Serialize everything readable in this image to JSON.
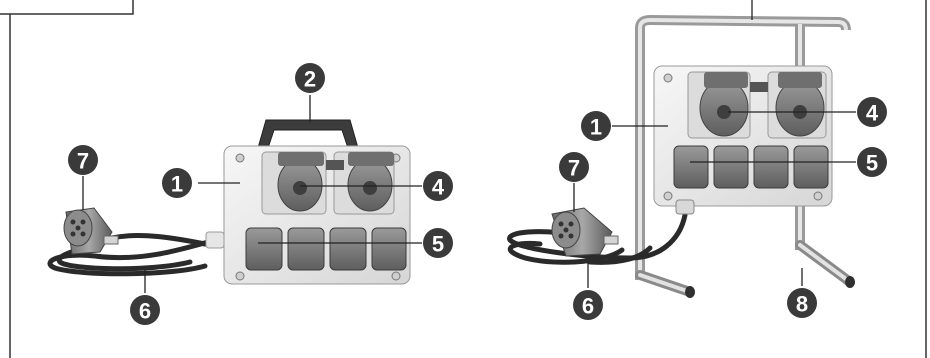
{
  "figure": {
    "left_unit": {
      "markers": [
        {
          "id": "m1",
          "label": "1"
        },
        {
          "id": "m2",
          "label": "2"
        },
        {
          "id": "m4",
          "label": "4"
        },
        {
          "id": "m5",
          "label": "5"
        },
        {
          "id": "m6",
          "label": "6"
        },
        {
          "id": "m7",
          "label": "7"
        }
      ]
    },
    "right_unit": {
      "markers": [
        {
          "id": "m1",
          "label": "1"
        },
        {
          "id": "m4",
          "label": "4"
        },
        {
          "id": "m5",
          "label": "5"
        },
        {
          "id": "m6",
          "label": "6"
        },
        {
          "id": "m7",
          "label": "7"
        },
        {
          "id": "m8",
          "label": "8"
        }
      ]
    },
    "colors": {
      "marker_fill": "#3a3a3a",
      "housing": "#ececec",
      "socket": "#7a7a7a",
      "cable": "#2a2a2a",
      "frame": "#bdbdbd"
    }
  }
}
